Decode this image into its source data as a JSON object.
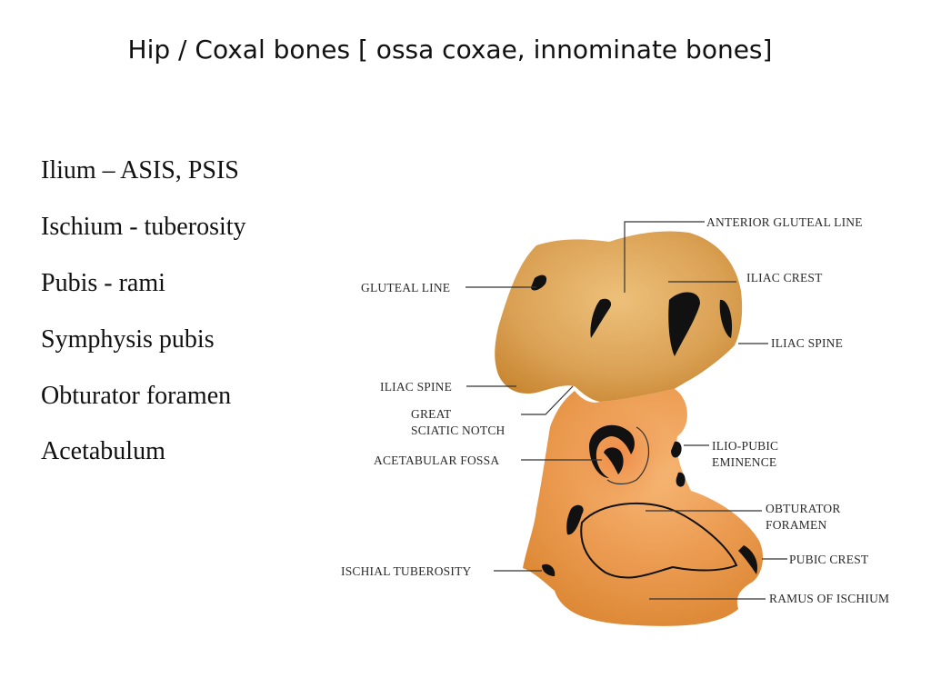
{
  "title": "Hip / Coxal bones [ ossa coxae, innominate bones]",
  "terms": [
    "Ilium – ASIS, PSIS",
    "Ischium - tuberosity",
    "Pubis - rami",
    "Symphysis pubis",
    "Obturator foramen",
    "Acetabulum"
  ],
  "figure_labels": {
    "anterior_gluteal_line": "ANTERIOR GLUTEAL LINE",
    "iliac_crest": "ILIAC CREST",
    "gluteal_line": "GLUTEAL LINE",
    "iliac_spine_right": "ILIAC SPINE",
    "iliac_spine_left": "ILIAC SPINE",
    "great_sciatic_notch_1": "GREAT",
    "great_sciatic_notch_2": "SCIATIC NOTCH",
    "ilio_pubic_eminence_1": "ILIO-PUBIC",
    "ilio_pubic_eminence_2": "EMINENCE",
    "acetabular_fossa": "ACETABULAR FOSSA",
    "obturator_foramen_1": "OBTURATOR",
    "obturator_foramen_2": "FORAMEN",
    "pubic_crest": "PUBIC CREST",
    "ischial_tuberosity": "ISCHIAL TUBEROSITY",
    "ramus_of_ischium": "RAMUS OF ISCHIUM"
  },
  "colors": {
    "bone_light": "#f3b070",
    "bone_mid": "#e08e3e",
    "bone_dark": "#c9782a",
    "ilium_light": "#e6b25f",
    "ilium_dark": "#c88a30",
    "marks": "#111111"
  }
}
